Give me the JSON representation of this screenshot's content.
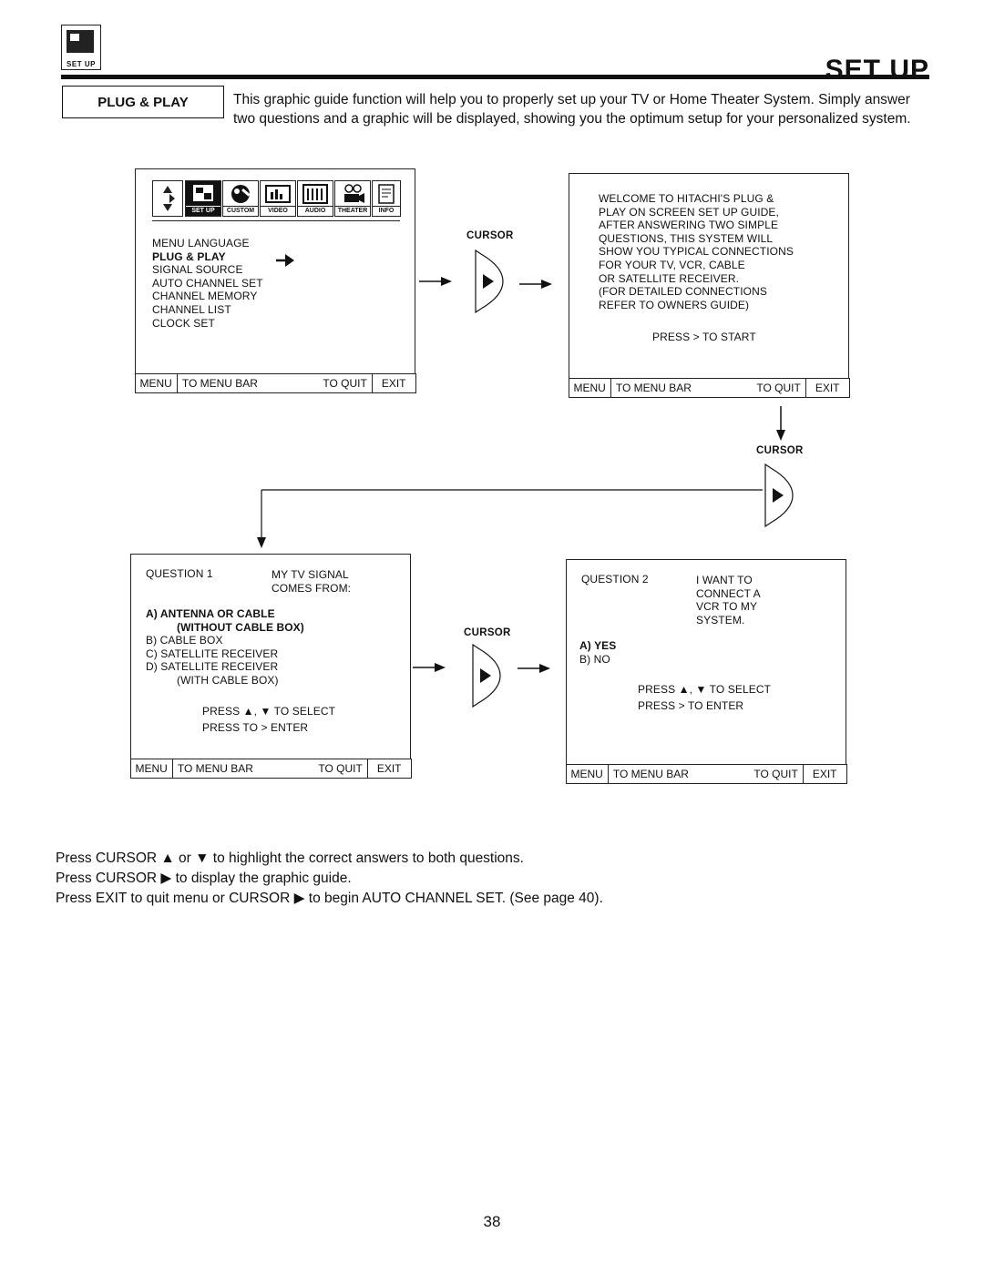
{
  "header": {
    "logo_label": "SET UP",
    "title": "SET UP"
  },
  "plug_play_box": "PLUG & PLAY",
  "intro": {
    "line1": "This graphic guide function will help you to properly set up your TV or Home Theater System. Simply answer",
    "line2": "two questions and a graphic will be displayed, showing you the optimum setup for your personalized system."
  },
  "icons": [
    {
      "name": "setup-icon",
      "label": "SET UP",
      "active": true
    },
    {
      "name": "custom-icon",
      "label": "CUSTOM",
      "active": false
    },
    {
      "name": "video-icon",
      "label": "VIDEO",
      "active": false
    },
    {
      "name": "audio-icon",
      "label": "AUDIO",
      "active": false
    },
    {
      "name": "theater-icon",
      "label": "THEATER",
      "active": false
    },
    {
      "name": "info-icon",
      "label": "INFO",
      "active": false
    }
  ],
  "menu_bar": {
    "menu": "MENU",
    "to_menu_bar": "TO MENU BAR",
    "to_quit": "TO QUIT",
    "exit": "EXIT"
  },
  "screen1": {
    "items": [
      {
        "text": "MENU LANGUAGE",
        "bold": false
      },
      {
        "text": "PLUG & PLAY",
        "bold": true
      },
      {
        "text": "SIGNAL SOURCE",
        "bold": false
      },
      {
        "text": "AUTO CHANNEL SET",
        "bold": false
      },
      {
        "text": "CHANNEL MEMORY",
        "bold": false
      },
      {
        "text": "CHANNEL LIST",
        "bold": false
      },
      {
        "text": "CLOCK SET",
        "bold": false
      }
    ]
  },
  "screen2": {
    "lines": [
      "WELCOME TO HITACHI'S PLUG &",
      "PLAY ON SCREEN SET UP GUIDE,",
      "AFTER ANSWERING TWO SIMPLE",
      "QUESTIONS, THIS SYSTEM WILL",
      "SHOW YOU TYPICAL CONNECTIONS",
      "FOR YOUR TV, VCR, CABLE",
      "OR SATELLITE RECEIVER.",
      "(FOR DETAILED CONNECTIONS",
      "REFER TO OWNERS GUIDE)"
    ],
    "press": "PRESS > TO START"
  },
  "screen3": {
    "question": "QUESTION 1",
    "prompt": [
      "MY TV SIGNAL",
      "COMES FROM:"
    ],
    "opt_a": "A) ANTENNA OR CABLE",
    "opt_a2": "(WITHOUT CABLE BOX)",
    "opt_b": "B) CABLE BOX",
    "opt_c": "C) SATELLITE RECEIVER",
    "opt_d": "D) SATELLITE RECEIVER",
    "opt_d2": "(WITH CABLE BOX)",
    "press_select": "PRESS ▲, ▼ TO SELECT",
    "press_enter": "PRESS TO > ENTER"
  },
  "screen4": {
    "question": "QUESTION 2",
    "prompt": [
      "I WANT TO",
      "CONNECT A",
      "VCR TO MY",
      "SYSTEM."
    ],
    "opt_a": "A) YES",
    "opt_b": "B) NO",
    "press_select": "PRESS ▲, ▼ TO SELECT",
    "press_enter": "PRESS > TO ENTER"
  },
  "cursor_label": "CURSOR",
  "footer": {
    "line1": "Press CURSOR ▲ or ▼ to highlight the correct answers to both questions.",
    "line2": "Press CURSOR ▶ to display the graphic guide.",
    "line3": "Press EXIT to quit menu or CURSOR ▶ to begin AUTO CHANNEL SET. (See page 40)."
  },
  "page_number": "38"
}
